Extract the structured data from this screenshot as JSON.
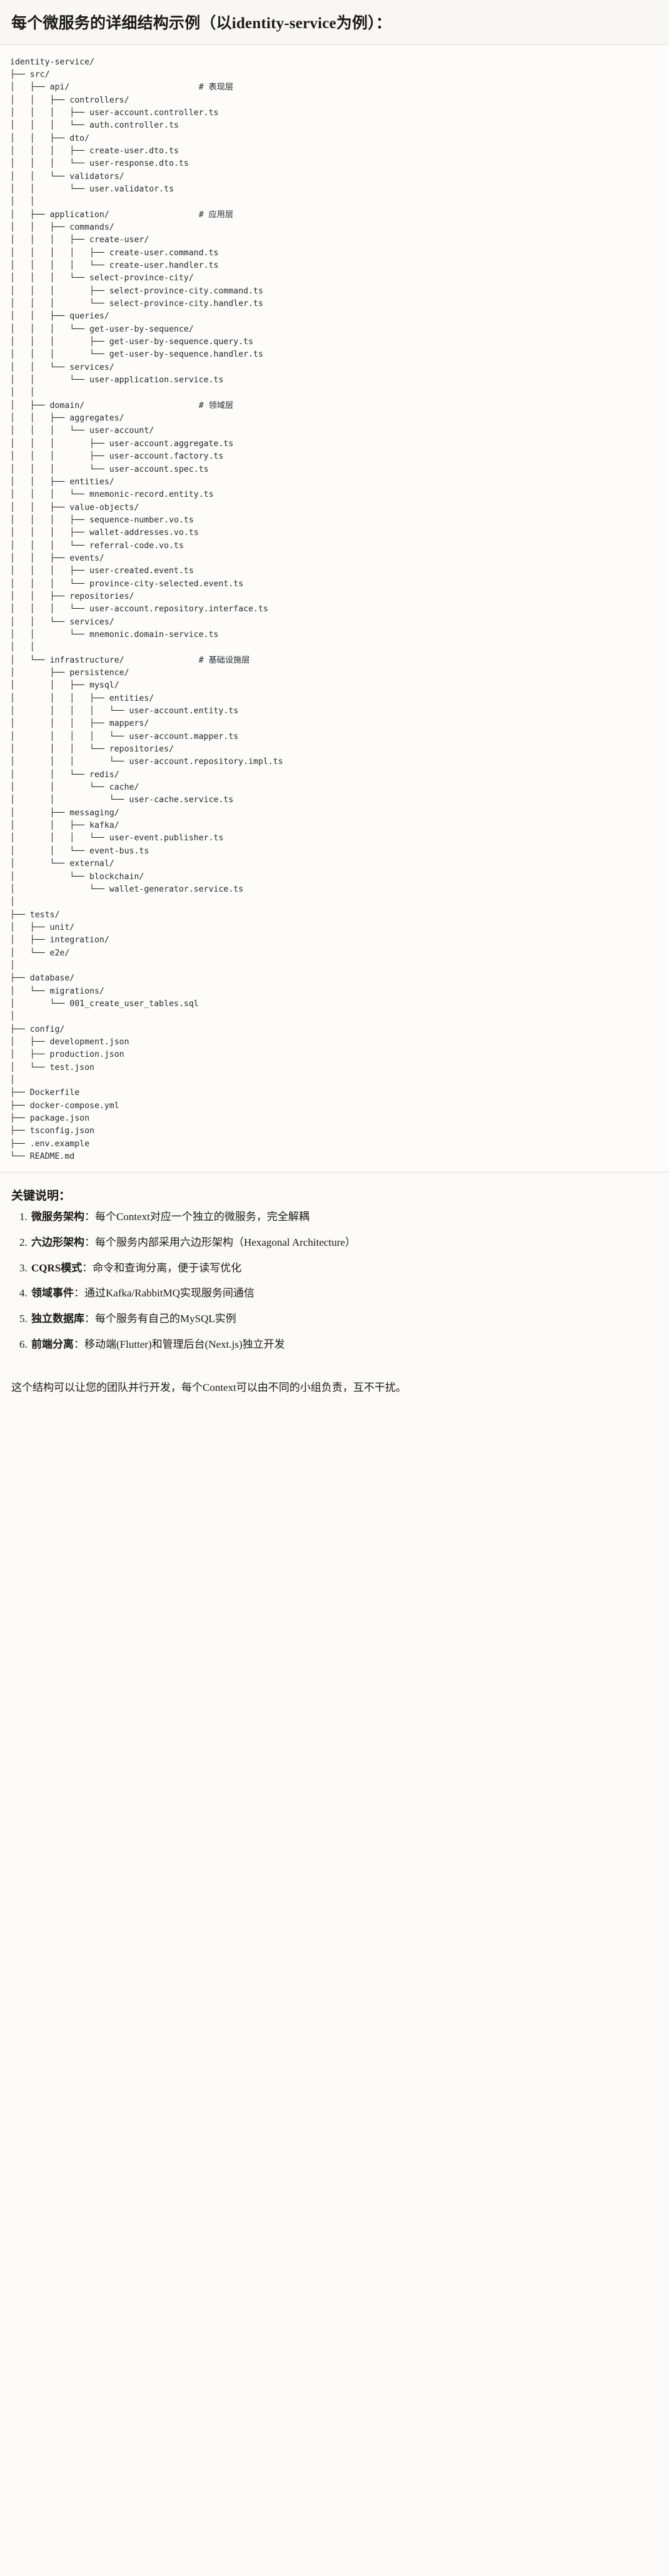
{
  "heading": "每个微服务的详细结构示例（以identity-service为例）：",
  "tree": {
    "root": "identity-service/",
    "text": "identity-service/\n├── src/\n│   ├── api/                          # 表现层\n│   │   ├── controllers/\n│   │   │   ├── user-account.controller.ts\n│   │   │   └── auth.controller.ts\n│   │   ├── dto/\n│   │   │   ├── create-user.dto.ts\n│   │   │   └── user-response.dto.ts\n│   │   └── validators/\n│   │       └── user.validator.ts\n│   │\n│   ├── application/                  # 应用层\n│   │   ├── commands/\n│   │   │   ├── create-user/\n│   │   │   │   ├── create-user.command.ts\n│   │   │   │   └── create-user.handler.ts\n│   │   │   └── select-province-city/\n│   │   │       ├── select-province-city.command.ts\n│   │   │       └── select-province-city.handler.ts\n│   │   ├── queries/\n│   │   │   └── get-user-by-sequence/\n│   │   │       ├── get-user-by-sequence.query.ts\n│   │   │       └── get-user-by-sequence.handler.ts\n│   │   └── services/\n│   │       └── user-application.service.ts\n│   │\n│   ├── domain/                       # 领域层\n│   │   ├── aggregates/\n│   │   │   └── user-account/\n│   │   │       ├── user-account.aggregate.ts\n│   │   │       ├── user-account.factory.ts\n│   │   │       └── user-account.spec.ts\n│   │   ├── entities/\n│   │   │   └── mnemonic-record.entity.ts\n│   │   ├── value-objects/\n│   │   │   ├── sequence-number.vo.ts\n│   │   │   ├── wallet-addresses.vo.ts\n│   │   │   └── referral-code.vo.ts\n│   │   ├── events/\n│   │   │   ├── user-created.event.ts\n│   │   │   └── province-city-selected.event.ts\n│   │   ├── repositories/\n│   │   │   └── user-account.repository.interface.ts\n│   │   └── services/\n│   │       └── mnemonic.domain-service.ts\n│   │\n│   └── infrastructure/               # 基础设施层\n│       ├── persistence/\n│       │   ├── mysql/\n│       │   │   ├── entities/\n│       │   │   │   └── user-account.entity.ts\n│       │   │   ├── mappers/\n│       │   │   │   └── user-account.mapper.ts\n│       │   │   └── repositories/\n│       │   │       └── user-account.repository.impl.ts\n│       │   └── redis/\n│       │       └── cache/\n│       │           └── user-cache.service.ts\n│       ├── messaging/\n│       │   ├── kafka/\n│       │   │   └── user-event.publisher.ts\n│       │   └── event-bus.ts\n│       └── external/\n│           └── blockchain/\n│               └── wallet-generator.service.ts\n│\n├── tests/\n│   ├── unit/\n│   ├── integration/\n│   └── e2e/\n│\n├── database/\n│   └── migrations/\n│       └── 001_create_user_tables.sql\n│\n├── config/\n│   ├── development.json\n│   ├── production.json\n│   └── test.json\n│\n├── Dockerfile\n├── docker-compose.yml\n├── package.json\n├── tsconfig.json\n├── .env.example\n└── README.md",
    "layer_comments": [
      {
        "path": "api/",
        "comment": "# 表现层"
      },
      {
        "path": "application/",
        "comment": "# 应用层"
      },
      {
        "path": "domain/",
        "comment": "# 领域层"
      },
      {
        "path": "infrastructure/",
        "comment": "# 基础设施层"
      }
    ]
  },
  "keypoints": {
    "title": "关键说明：",
    "items": [
      {
        "term": "微服务架构",
        "sep": "：",
        "desc": "每个Context对应一个独立的微服务，完全解耦"
      },
      {
        "term": "六边形架构",
        "sep": "：",
        "desc": "每个服务内部采用六边形架构（Hexagonal Architecture）"
      },
      {
        "term": "CQRS模式",
        "sep": "：",
        "desc": "命令和查询分离，便于读写优化"
      },
      {
        "term": "领域事件",
        "sep": "：",
        "desc": "通过Kafka/RabbitMQ实现服务间通信"
      },
      {
        "term": "独立数据库",
        "sep": "：",
        "desc": "每个服务有自己的MySQL实例"
      },
      {
        "term": "前端分离",
        "sep": "：",
        "desc": "移动端(Flutter)和管理后台(Next.js)独立开发"
      }
    ]
  },
  "closing": "这个结构可以让您的团队并行开发，每个Context可以由不同的小组负责，互不干扰。"
}
